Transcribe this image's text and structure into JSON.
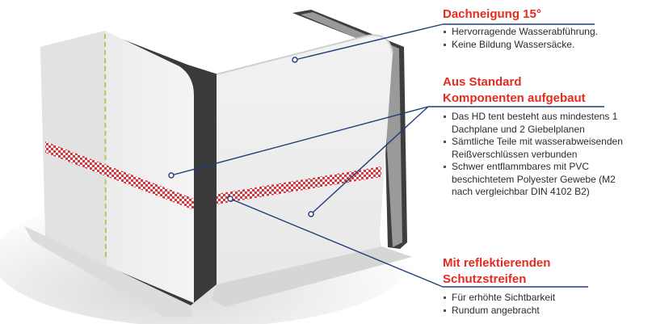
{
  "colors": {
    "heading": "#e42b1f",
    "leader_line": "#1f3f7a",
    "reflective_stripe": "#d9363e",
    "tent_fabric": "#eeeeee",
    "floor_gradient": "#d9d9d9"
  },
  "callouts": [
    {
      "heading_lines": [
        "Dachneigung 15°"
      ],
      "bullets": [
        "Hervorragende Wasserabführung.",
        "Keine Bildung Wassersäcke."
      ]
    },
    {
      "heading_lines": [
        "Aus Standard",
        "Komponenten aufgebaut"
      ],
      "bullets": [
        "Das HD tent besteht aus mindestens 1 Dachplane und 2 Giebelplanen",
        "Sämtliche Teile mit wasserabweisenden Reißverschlüssen verbunden",
        "Schwer entflammbares mit PVC beschichtetem Polyester Gewebe (M2 nach vergleichbar DIN 4102 B2)"
      ]
    },
    {
      "heading_lines": [
        "Mit reflektierenden",
        "Schutzstreifen"
      ],
      "bullets": [
        "Für erhöhte Sichtbarkeit",
        "Rundum angebracht"
      ]
    }
  ]
}
